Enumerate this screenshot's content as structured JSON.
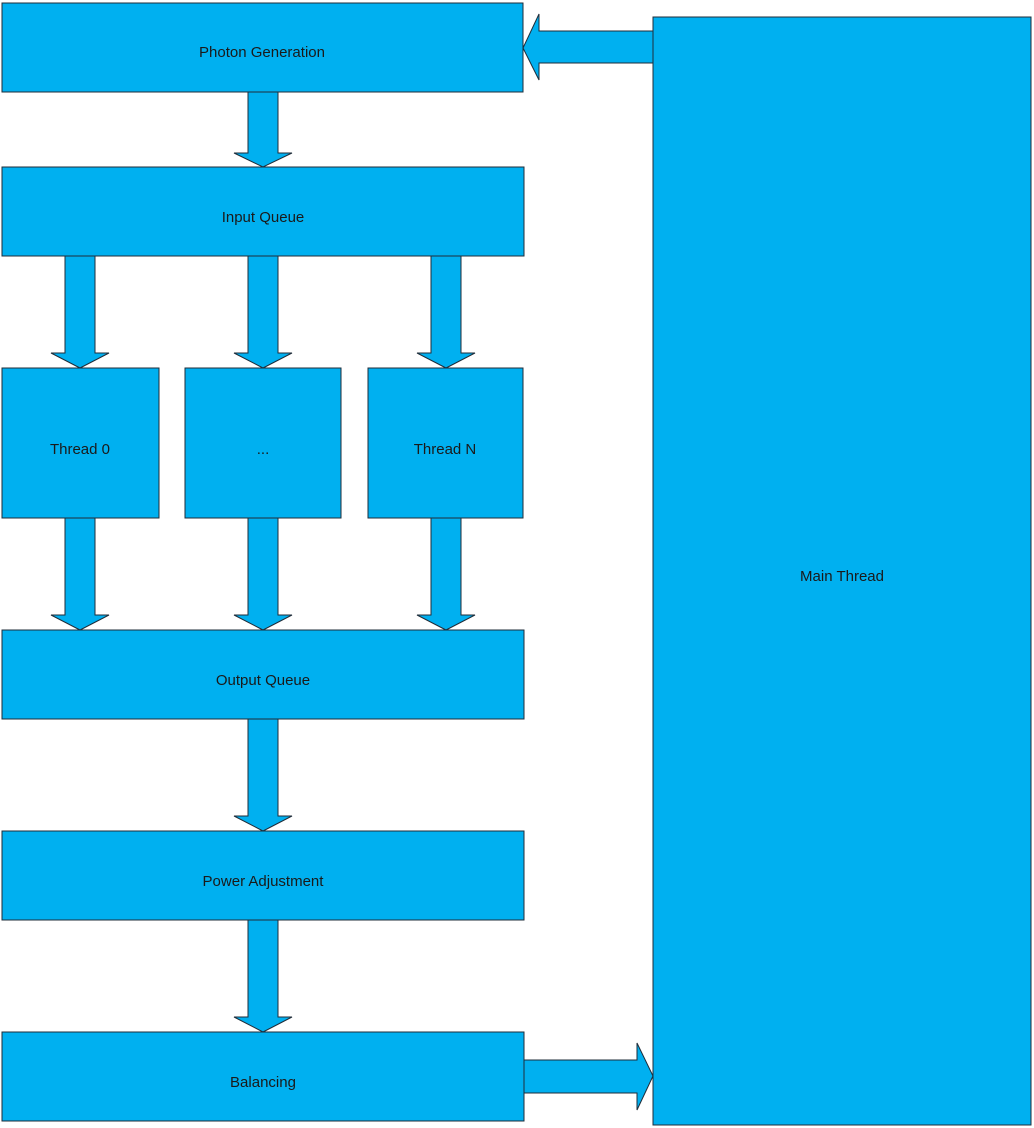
{
  "colors": {
    "box_fill": "#00b0f0",
    "stroke": "#1f2d3a",
    "text": "#1a1a1a"
  },
  "nodes": {
    "photon_generation": "Photon Generation",
    "input_queue": "Input Queue",
    "thread_0": "Thread 0",
    "thread_ellipsis": "...",
    "thread_n": "Thread N",
    "output_queue": "Output Queue",
    "power_adjustment": "Power Adjustment",
    "balancing": "Balancing",
    "main_thread": "Main Thread"
  }
}
